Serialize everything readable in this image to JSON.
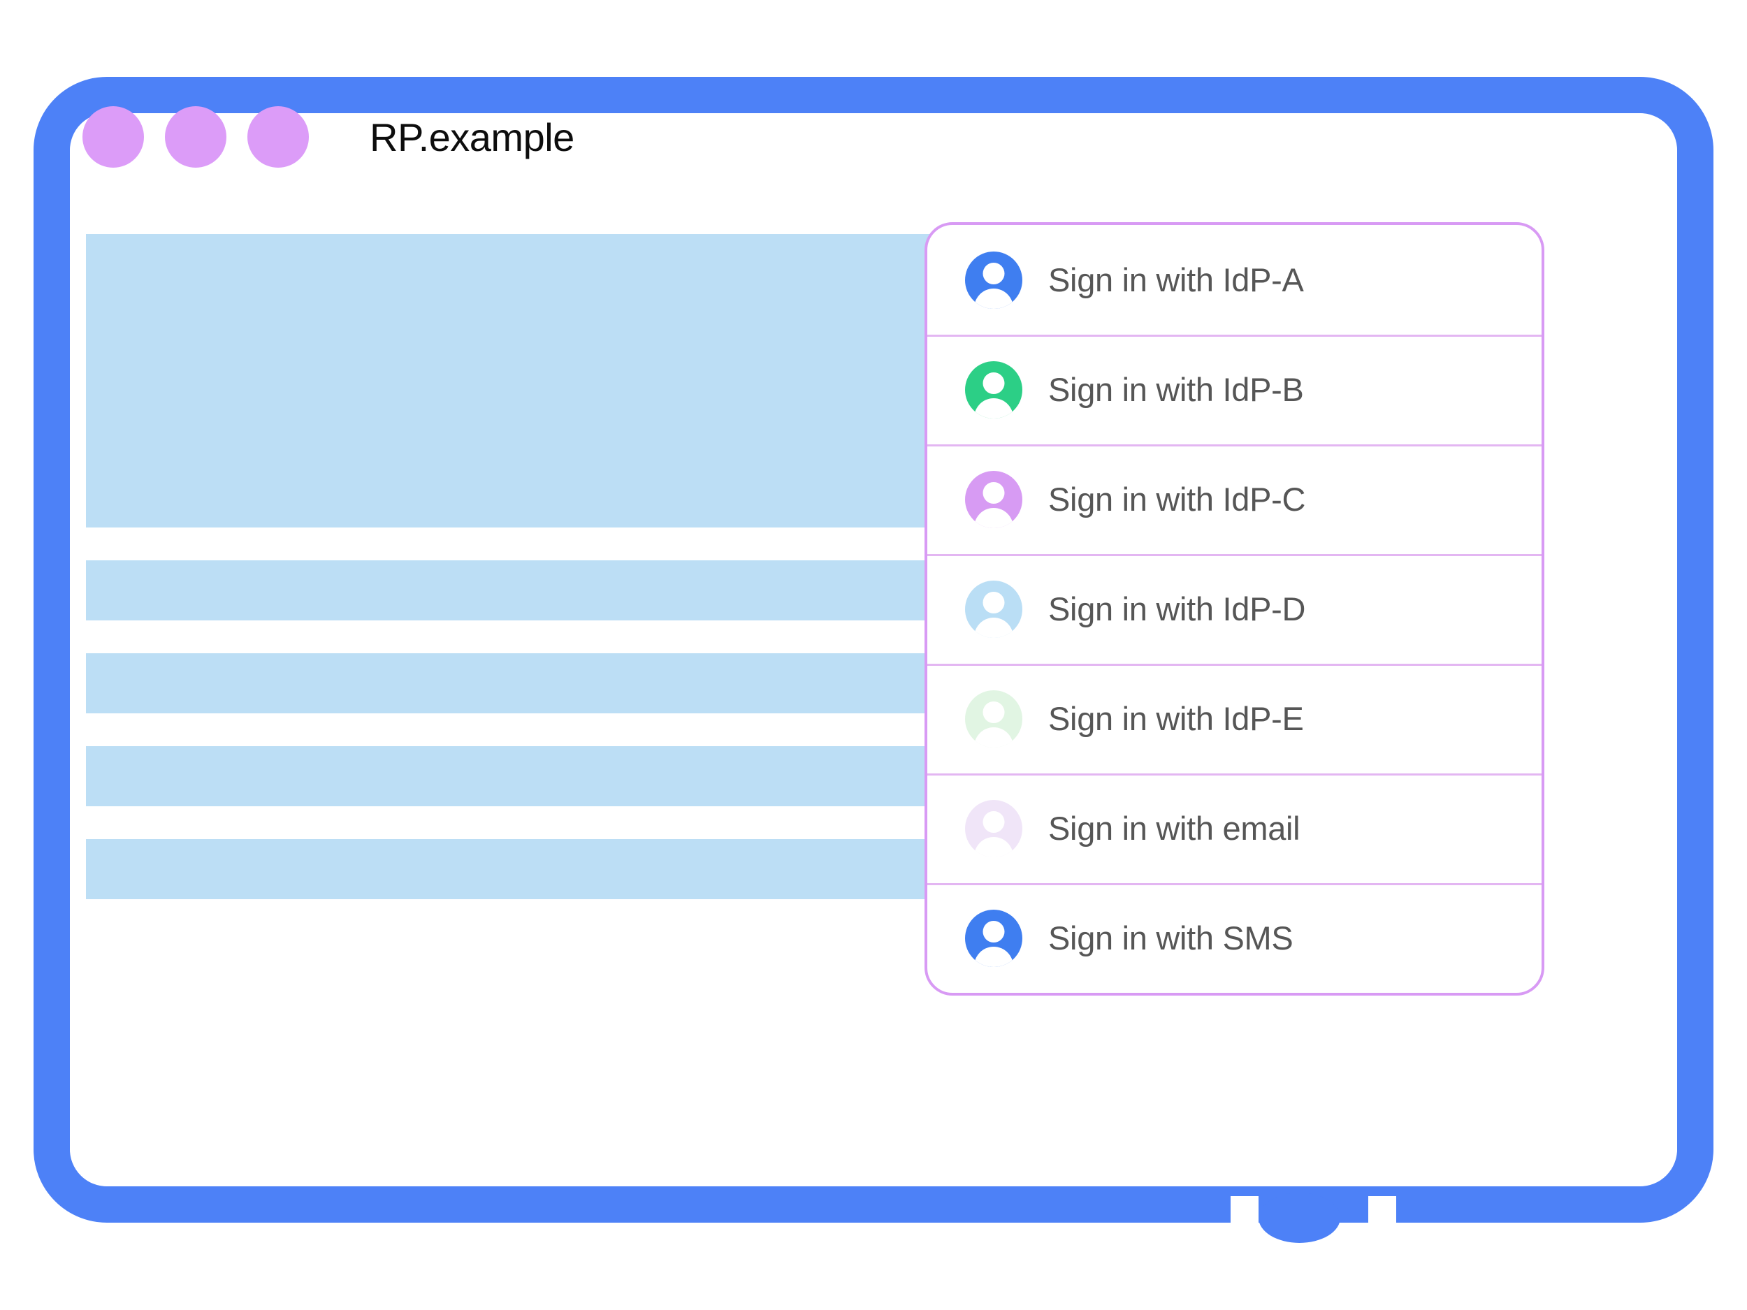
{
  "window": {
    "title": "RP.example",
    "traffic_dots": [
      "dot-1",
      "dot-2",
      "dot-3"
    ],
    "dot_color": "#dc9cf8",
    "frame_color": "#4d81f7",
    "home_button_name": "home-button"
  },
  "content": {
    "placeholder_blocks": [
      {
        "name": "hero-block",
        "kind": "hero"
      },
      {
        "name": "text-bar-1",
        "kind": "bar"
      },
      {
        "name": "text-bar-2",
        "kind": "bar"
      },
      {
        "name": "text-bar-3",
        "kind": "bar"
      },
      {
        "name": "text-bar-4",
        "kind": "bar"
      }
    ],
    "block_color": "#bcdef5"
  },
  "idp_panel": {
    "border_color": "#d89af4",
    "divider_color": "#e3b6f2",
    "label_color": "#565656",
    "options": [
      {
        "label": "Sign in with IdP-A",
        "icon": "account-avatar-icon",
        "avatar_color": "#3f7ef0"
      },
      {
        "label": "Sign in with IdP-B",
        "icon": "account-avatar-icon",
        "avatar_color": "#2ccf86"
      },
      {
        "label": "Sign in with IdP-C",
        "icon": "account-avatar-icon",
        "avatar_color": "#d79bf3"
      },
      {
        "label": "Sign in with IdP-D",
        "icon": "account-avatar-icon",
        "avatar_color": "#badef5"
      },
      {
        "label": "Sign in with IdP-E",
        "icon": "account-avatar-icon",
        "avatar_color": "#e1f5e3"
      },
      {
        "label": "Sign in with email",
        "icon": "account-avatar-icon",
        "avatar_color": "#f0e5f8"
      },
      {
        "label": "Sign in with SMS",
        "icon": "account-avatar-icon",
        "avatar_color": "#3f7ef0"
      }
    ]
  }
}
